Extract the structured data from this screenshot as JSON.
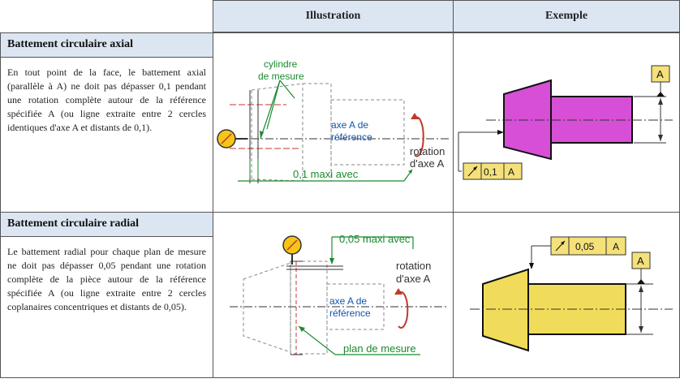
{
  "header": {
    "illustration": "Illustration",
    "exemple": "Exemple"
  },
  "rows": [
    {
      "title": "Battement circulaire axial",
      "description": "En tout point de la face, le battement axial (parallèle à A) ne doit pas dépasser 0,1 pendant une rotation complète autour de la référence spécifiée A (ou ligne extraite entre 2 cercles identiques d'axe A et distants de 0,1).",
      "illustration": {
        "label_cyl_1": "cylindre",
        "label_cyl_2": "de mesure",
        "label_axe_1": "axe A de",
        "label_axe_2": "référence",
        "label_rot_1": "rotation",
        "label_rot_2": "d'axe A",
        "label_tol": "0,1 maxi avec"
      },
      "exemple": {
        "datum": "A",
        "tol_value": "0,1",
        "tol_datum": "A",
        "fill": "#d64fd6"
      }
    },
    {
      "title": "Battement circulaire radial",
      "description": "Le battement radial pour chaque plan de mesure ne doit pas dépasser 0,05 pendant une rotation complète de la pièce autour de la référence spécifiée A (ou ligne extraite entre 2 cercles coplanaires concentriques et distants de 0,05).",
      "illustration": {
        "label_tol": "0,05 maxi avec",
        "label_rot_1": "rotation",
        "label_rot_2": "d'axe A",
        "label_axe_1": "axe A de",
        "label_axe_2": "référence",
        "label_plan": "plan de mesure"
      },
      "exemple": {
        "datum": "A",
        "tol_value": "0,05",
        "tol_datum": "A",
        "fill": "#f0dc5a"
      }
    }
  ]
}
